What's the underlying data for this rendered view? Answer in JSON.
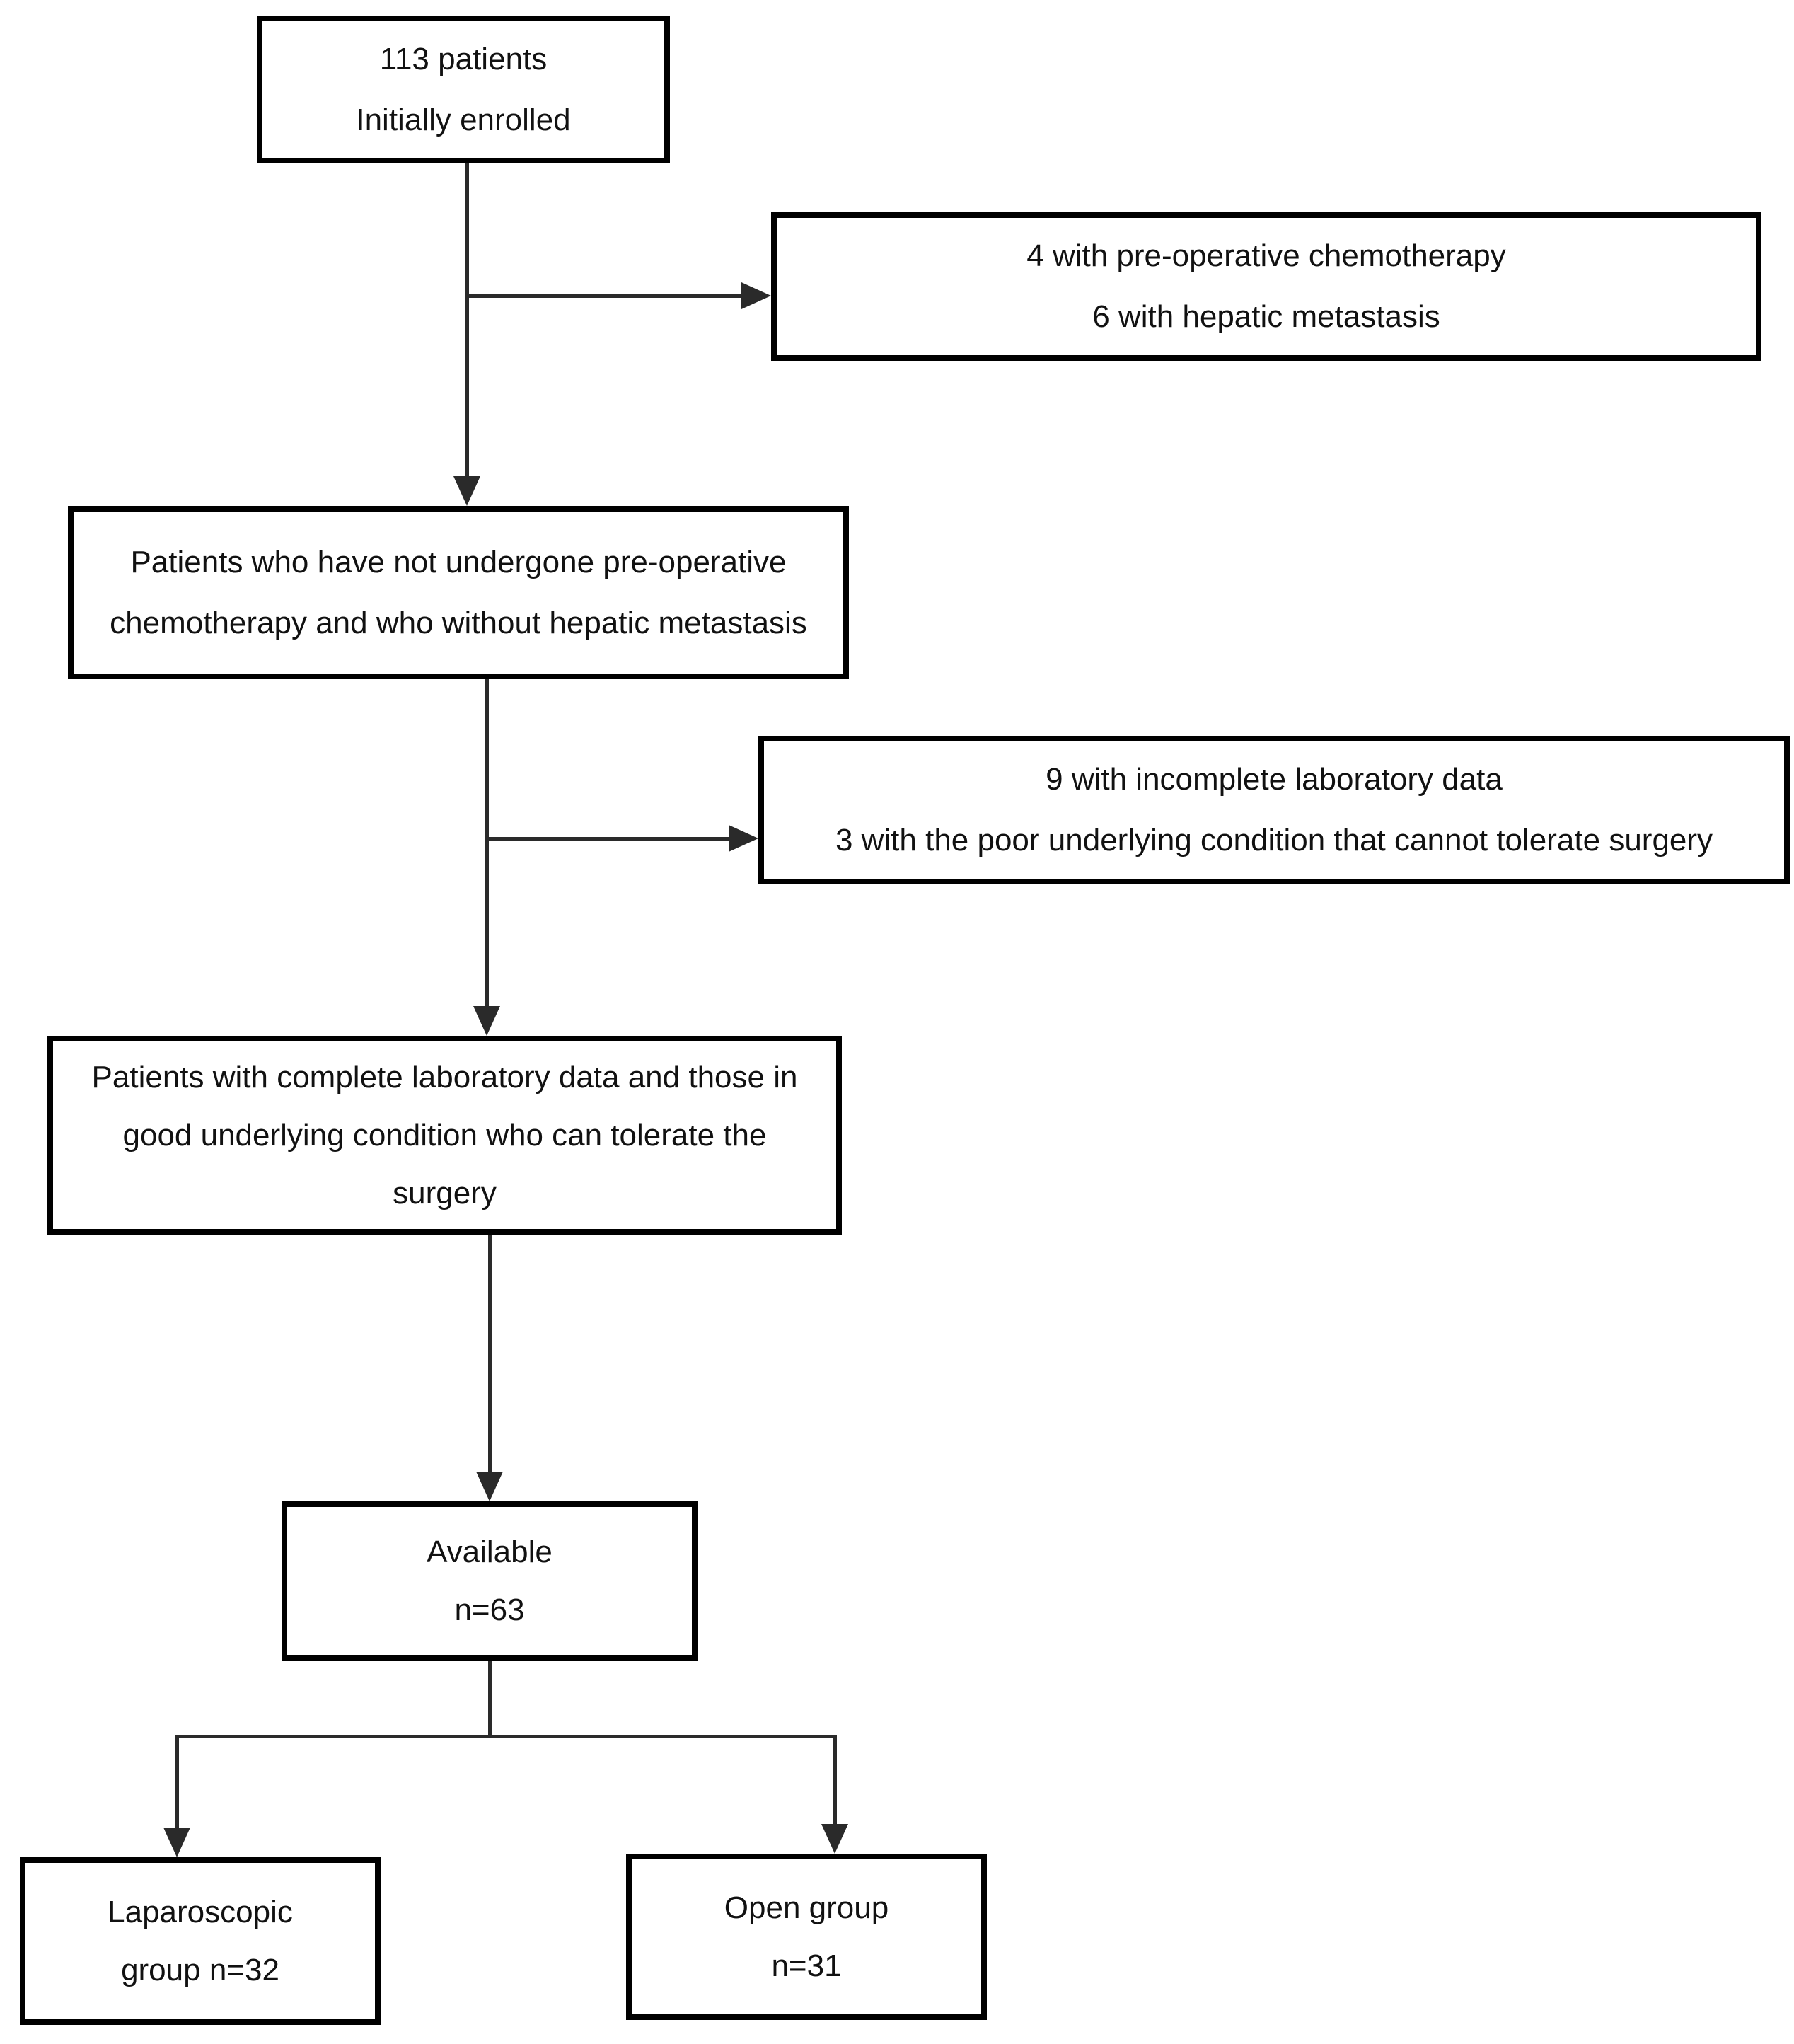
{
  "colors": {
    "box_border": "#000000",
    "text": "#111111",
    "connector": "#2a2a2a",
    "background": "#ffffff"
  },
  "flowchart": {
    "enrolled": {
      "lines": [
        "113 patients",
        "Initially enrolled"
      ]
    },
    "excluded_top": {
      "lines": [
        "4 with pre-operative chemotherapy",
        "6 with hepatic metastasis"
      ]
    },
    "no_preop_chemo": {
      "lines": [
        "Patients who have not undergone pre-operative",
        "chemotherapy and who without hepatic metastasis"
      ]
    },
    "excluded_mid": {
      "lines": [
        "9 with incomplete laboratory data",
        "3 with the poor underlying condition that cannot tolerate surgery"
      ]
    },
    "complete_lab": {
      "lines": [
        "Patients with complete laboratory data and those in",
        "good underlying condition who can tolerate the",
        "surgery"
      ]
    },
    "available": {
      "lines": [
        "Available",
        "n=63"
      ]
    },
    "laparoscopic": {
      "lines": [
        "Laparoscopic",
        "group n=32"
      ]
    },
    "open_group": {
      "lines": [
        "Open group",
        "n=31"
      ]
    }
  }
}
